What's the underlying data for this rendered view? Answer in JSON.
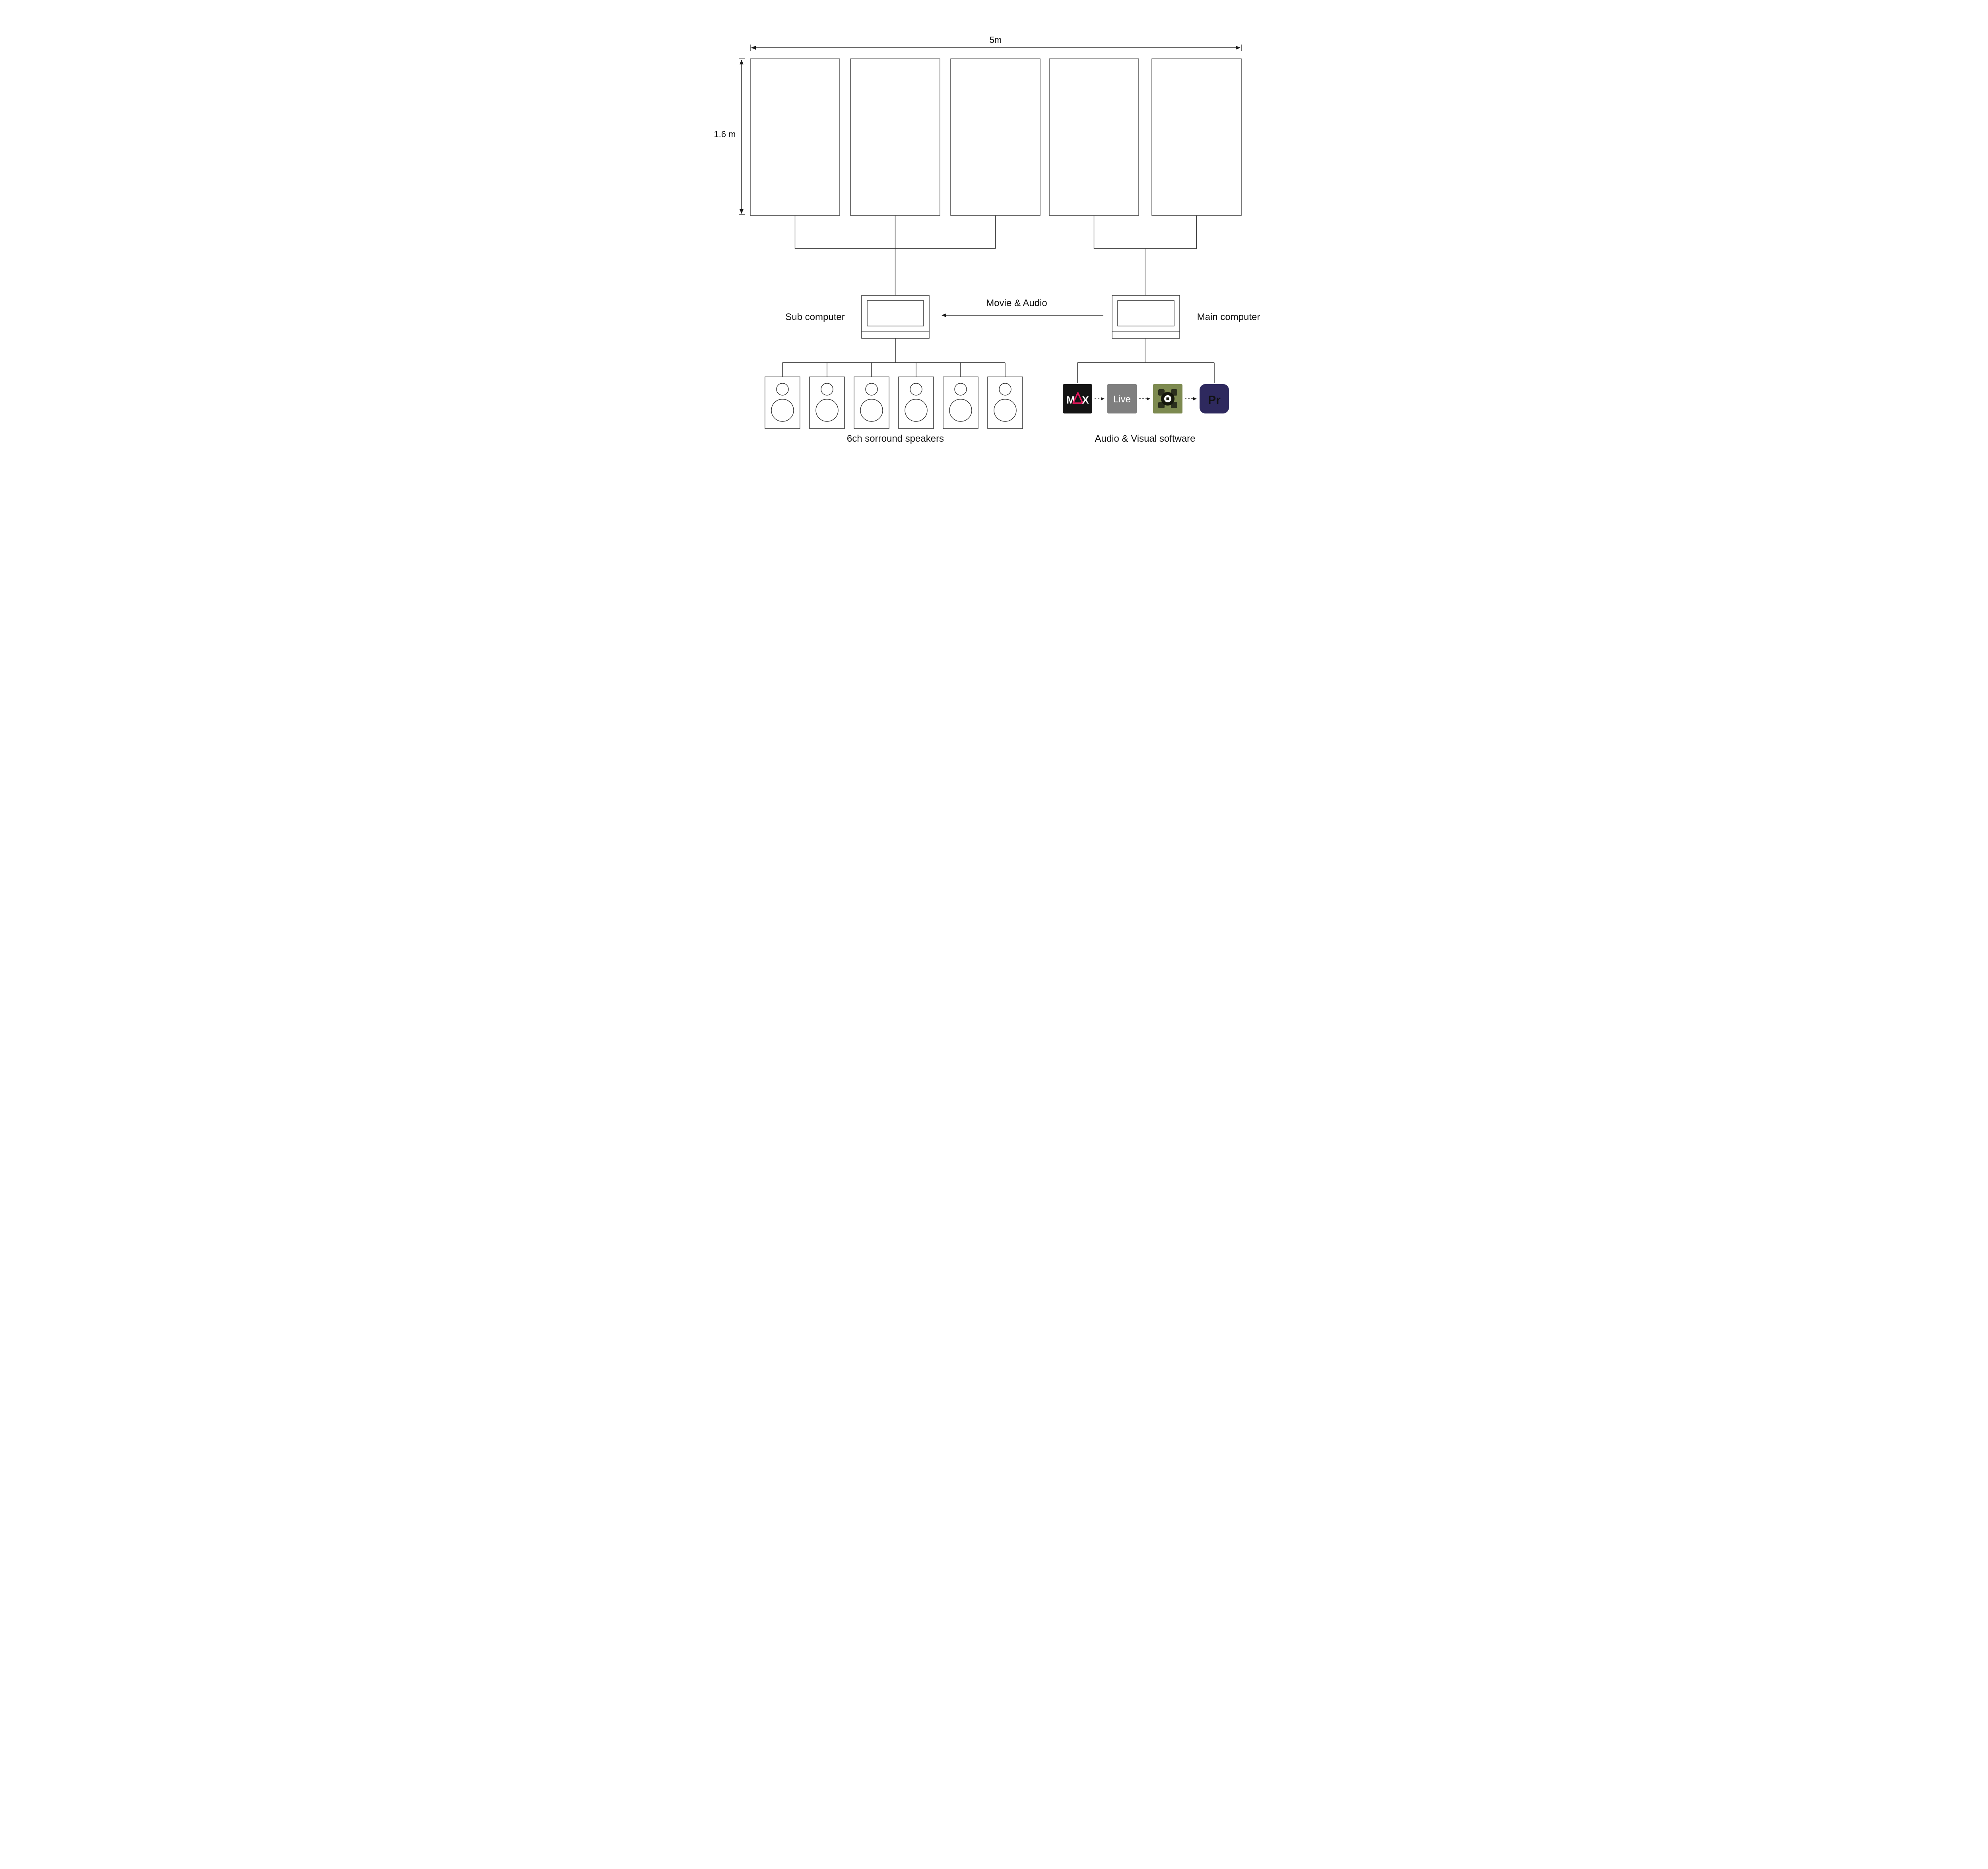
{
  "diagram": {
    "screens": {
      "count": 5,
      "width_label": "5m",
      "height_label": "1.6 m"
    },
    "computers": {
      "sub_label": "Sub computer",
      "main_label": "Main computer",
      "link_label": "Movie & Audio"
    },
    "speakers": {
      "caption": "6ch sorround speakers",
      "count": 6
    },
    "software": {
      "caption": "Audio & Visual software",
      "items": [
        {
          "name": "max-icon",
          "letter_left": "M",
          "letter_right": "X",
          "bg": "#141414",
          "accent": "#e8175d"
        },
        {
          "name": "ableton-live-icon",
          "label": "Live",
          "bg": "#7f7f7f",
          "text_color": "#ffffff"
        },
        {
          "name": "touchdesigner-icon",
          "bg": "#7d8a50",
          "emblem_dark": "#2b2f1d"
        },
        {
          "name": "premiere-pro-icon",
          "label": "Pr",
          "bg": "#2e295e",
          "text_color": "#a18fea"
        }
      ]
    },
    "colors": {
      "line": "#2b2b2b"
    }
  }
}
